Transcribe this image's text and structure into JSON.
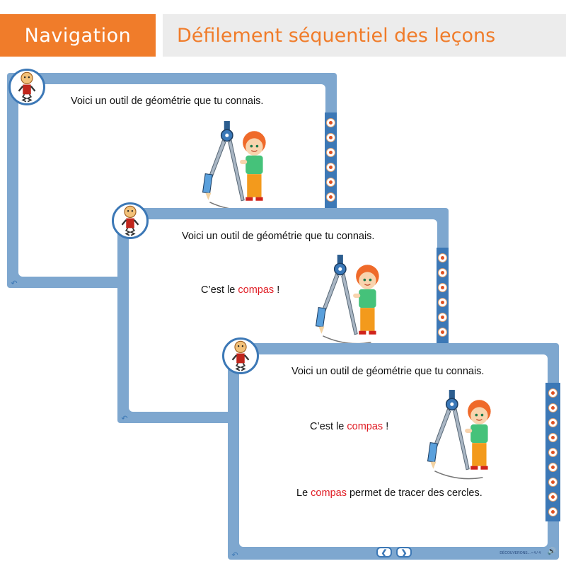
{
  "header": {
    "left_label": "Navigation",
    "right_label": "Défilement séquentiel des leçons"
  },
  "lesson": {
    "line1": "Voici un outil de géométrie que tu connais.",
    "line2_pre": "C’est le ",
    "line2_word": "compas",
    "line2_post": " !",
    "line3_pre": "Le ",
    "line3_word": "compas",
    "line3_post": " permet de tracer des cercles."
  },
  "footer": {
    "page_indicator": "DÉCOUVERONS... • 4 / 4",
    "prev_icon": "chevron-left-icon",
    "next_icon": "chevron-right-icon",
    "sound_icon": "speaker-icon",
    "back_icon": "return-arrow-icon"
  },
  "colors": {
    "accent": "#f07c2a",
    "frame": "#7ea7cf",
    "frame_dark": "#3c78b6",
    "highlight": "#e01c24"
  }
}
